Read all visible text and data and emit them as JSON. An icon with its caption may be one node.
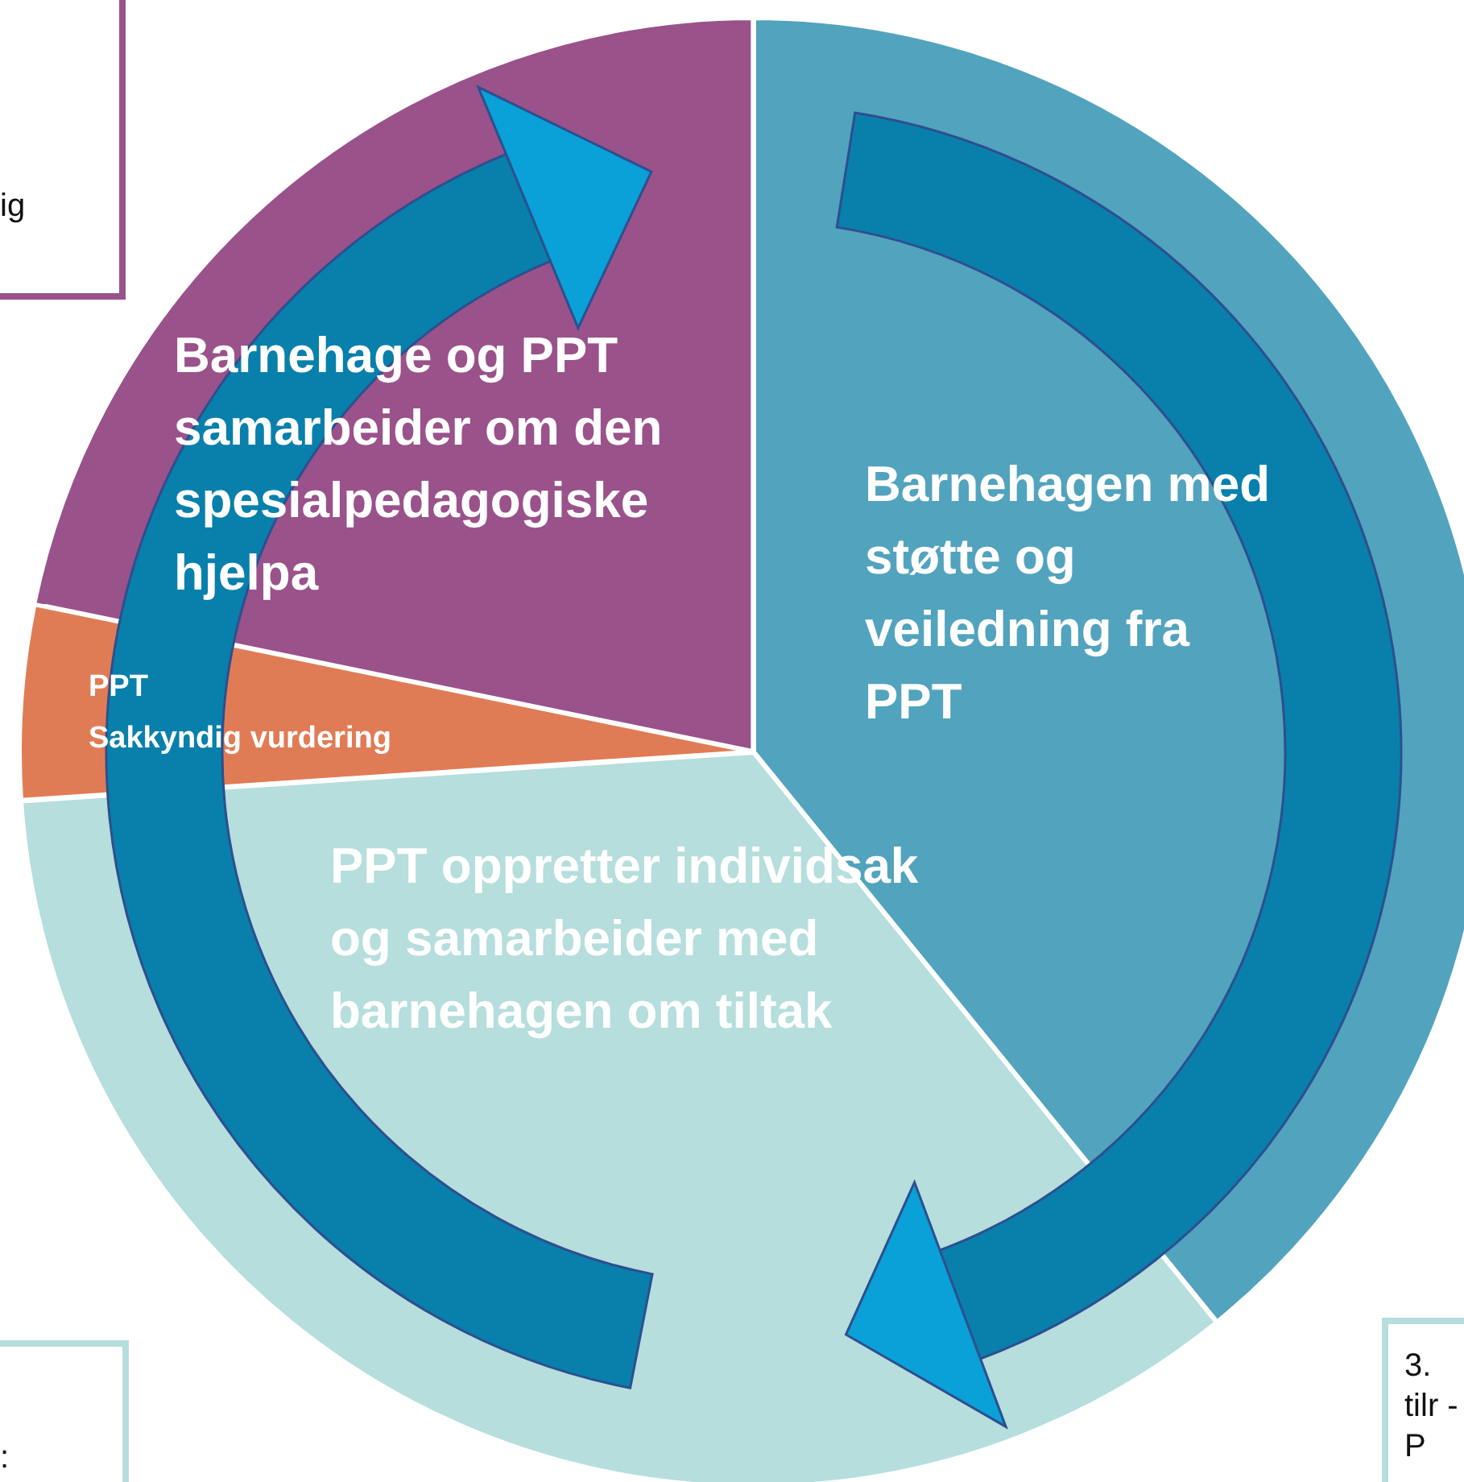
{
  "diagram": {
    "nodes": [
      {
        "text": [
          "ig"
        ]
      },
      {
        "text": [
          "Barnehage og PPT samarbeider om den spesialpedagogiske hjelpa"
        ]
      },
      {
        "text": [
          "Barnehagen med støtte og veiledning fra PPT"
        ]
      },
      {
        "text": [
          "PPT",
          "Sakkyndig vurdering"
        ]
      },
      {
        "text": [
          "PPT oppretter individsak og samarbeider med barnehagen om tiltak"
        ]
      },
      {
        "text": [
          ":"
        ]
      },
      {
        "text": [
          "3. tilr - P"
        ]
      }
    ]
  }
}
